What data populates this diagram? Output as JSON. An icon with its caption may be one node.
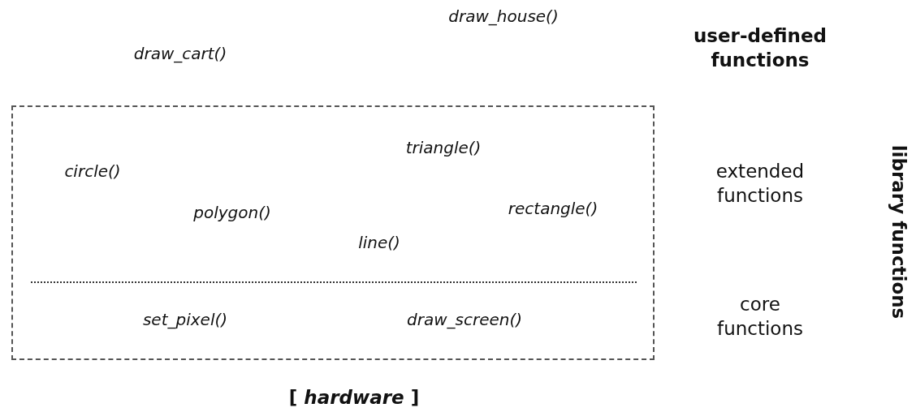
{
  "diagram": {
    "nodes": [
      {
        "text": [],
        "shape": "box"
      }
    ],
    "labels": [
      "draw_house()",
      "user-defined functions",
      "draw_cart()",
      "library functions",
      "triangle()",
      "circle()",
      "extended functions",
      "polygon()",
      "rectangle()",
      "line()",
      "core functions",
      "set_pixel()",
      "draw_screen()",
      "[ *hardware* ]"
    ]
  }
}
